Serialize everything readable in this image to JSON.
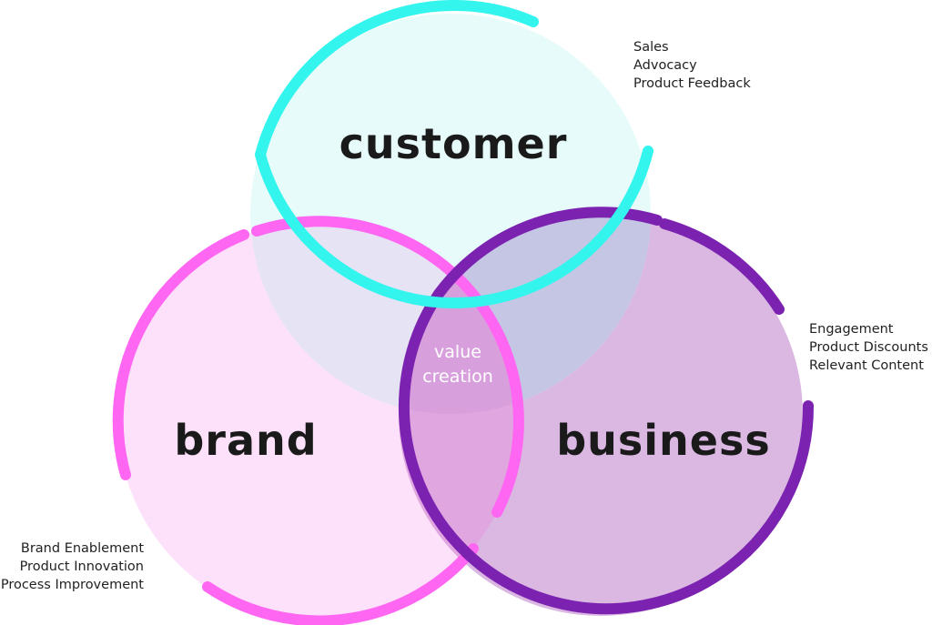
{
  "diagram": {
    "type": "venn",
    "sets": [
      {
        "id": "customer",
        "label": "customer",
        "color": "#33f5ee",
        "fill": "#e6fbfa",
        "notes": [
          "Sales",
          "Advocacy",
          "Product Feedback"
        ]
      },
      {
        "id": "brand",
        "label": "brand",
        "color": "#ff66f2",
        "fill": "#fde1fa",
        "notes": [
          "Brand Enablement",
          "Product Innovation",
          "Process Improvement"
        ]
      },
      {
        "id": "business",
        "label": "business",
        "color": "#7b23b0",
        "fill": "#dab8e2",
        "notes": [
          "Engagement",
          "Product Discounts",
          "Relevant Content"
        ]
      }
    ],
    "overlaps": {
      "customer_brand_fill": "#e6e3f5",
      "customer_business_fill": "#c5c6e3",
      "brand_business_fill": "#e0a6e0",
      "center_fill": "#d7a0dc"
    },
    "center_label": [
      "value",
      "creation"
    ]
  }
}
